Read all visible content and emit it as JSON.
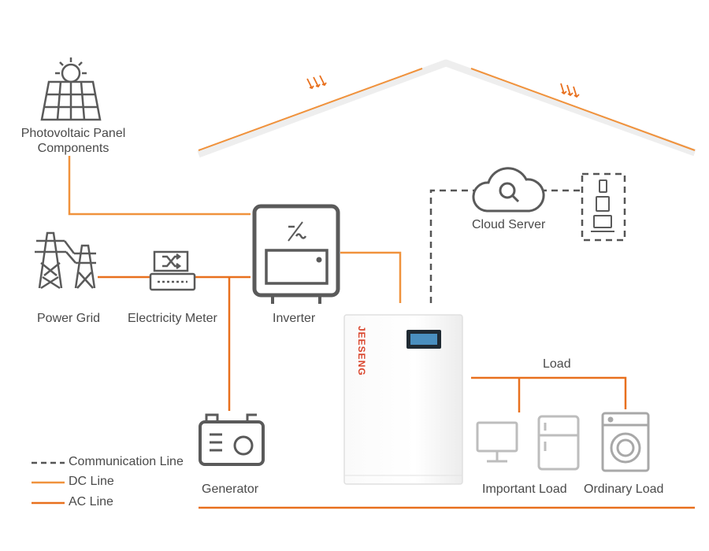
{
  "colors": {
    "ac_line": "#e8701e",
    "dc_line": "#f0923c",
    "comm_line": "#555555",
    "icon": "#5a5a5a",
    "load_icon": "#bdbdbd",
    "brand": "#d9432a"
  },
  "labels": {
    "pv_panel_line1": "Photovoltaic Panel",
    "pv_panel_line2": "Components",
    "power_grid": "Power Grid",
    "electricity_meter": "Electricity Meter",
    "inverter": "Inverter",
    "cloud_server": "Cloud Server",
    "load": "Load",
    "generator": "Generator",
    "important_load": "Important Load",
    "ordinary_load": "Ordinary Load",
    "brand": "JEESENG"
  },
  "legend": {
    "communication_line": "Communication Line",
    "dc_line": "DC Line",
    "ac_line": "AC Line"
  }
}
